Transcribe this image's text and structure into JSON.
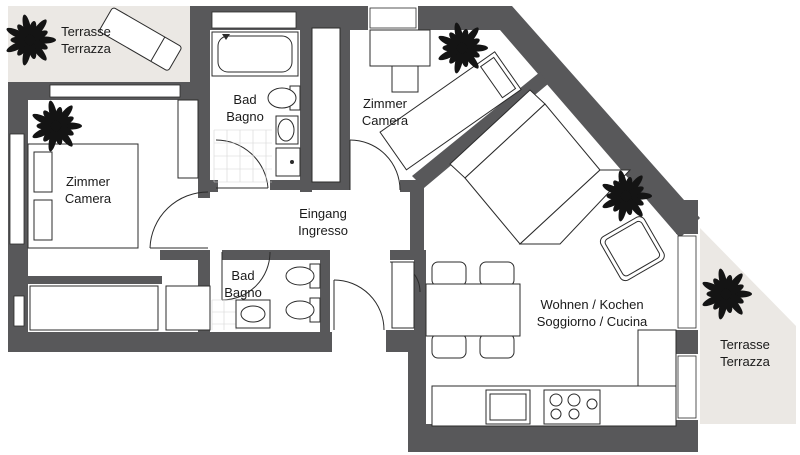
{
  "colors": {
    "wall": "#58585a",
    "floor": "#ffffff",
    "terrace": "#ebe8e4",
    "line": "#2b2b2b",
    "tile": "#d6d6d6",
    "plant": "#141414"
  },
  "rooms": {
    "terrace_nw": {
      "line1": "Terrasse",
      "line2": "Terrazza"
    },
    "bedroom_left": {
      "line1": "Zimmer",
      "line2": "Camera"
    },
    "bath_top": {
      "line1": "Bad",
      "line2": "Bagno"
    },
    "bedroom_right": {
      "line1": "Zimmer",
      "line2": "Camera"
    },
    "entrance": {
      "line1": "Eingang",
      "line2": "Ingresso"
    },
    "bath_bottom": {
      "line1": "Bad",
      "line2": "Bagno"
    },
    "living": {
      "line1": "Wohnen / Kochen",
      "line2": "Soggiorno / Cucina"
    },
    "terrace_se": {
      "line1": "Terrasse",
      "line2": "Terrazza"
    }
  },
  "icons": [
    "plant-icon",
    "lounger-icon",
    "bathtub-icon",
    "toilet-icon",
    "sink-icon",
    "shower-icon",
    "bed-icon",
    "sofa-icon",
    "armchair-icon",
    "dining-table-icon",
    "chair-icon",
    "kitchen-sink-icon",
    "cooktop-icon",
    "desk-icon"
  ]
}
